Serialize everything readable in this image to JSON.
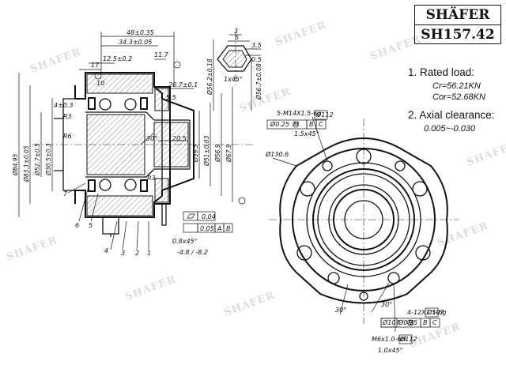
{
  "brand": {
    "name": "SHÄFER",
    "part_number": "SH157.42"
  },
  "specs": {
    "rated_load_label": "1. Rated load:",
    "cr": "Cr=56.21KN",
    "cor": "Cor=52.68KN",
    "clearance_label": "2. Axial clearance:",
    "clearance_value": "0.005~-0.030"
  },
  "watermark": "SHAFER",
  "section_dims": {
    "d48": "48±0.35",
    "d343": "34.3±0.05",
    "d117": "11.7",
    "d125": "12.5±0.2",
    "d17": "17",
    "d10": "10",
    "d207": "20.7±0.1",
    "d55": "5.5",
    "d4": "4±0.3",
    "r3": "R3",
    "r6": "R6",
    "ang30": "30°",
    "d205": "20.5",
    "r3b": "R3",
    "dia8495": "Ø84.95",
    "dia8310": "Ø83.1±0.05",
    "dia305": "Ø30.5±0.3",
    "dia527": "Ø52.7±0.5",
    "dia395": "Ø39.5",
    "dia51": "Ø51±0.03",
    "dia569": "Ø56.9",
    "dia679": "Ø67.9",
    "flat004": "0.04",
    "pos005": "0.05",
    "datum_a": "A",
    "datum_b": "B",
    "chamfer08": "0.8x45°",
    "tol": "-4.8 / -8.2",
    "chamfer1": "1x45°",
    "d3": "3",
    "d5": "5",
    "d35": "3.5",
    "d05": "0.5",
    "dia5609": "Ø56.7±0.08",
    "dia5608": "Ø56.2±0.18",
    "parts": [
      "1",
      "2",
      "3",
      "4",
      "5",
      "6",
      "7"
    ]
  },
  "face_dims": {
    "thread_top": "5-M14X1.5-6g",
    "pos_top": "Ø0.25",
    "pos_top_m": "M",
    "pos_top_b": "B",
    "pos_top_c": "C",
    "pcd_top": "Ø112",
    "chamfer_top": "1.5x45°",
    "dia1306": "Ø130.6",
    "ang30a": "30°",
    "ang30b": "30°",
    "thread_bot": "4-12X1.5-6g",
    "pcd_bot": "Ø107",
    "pos_bot": "Ø0.25",
    "pos_bot_m": "M",
    "pos_bot_b": "B",
    "pos_bot_c": "C",
    "pcd_bot2": "Ø107",
    "m6": "M6x1.0-6H",
    "pcd_m6": "Ø112",
    "chamfer_bot": "1.0x45°"
  }
}
